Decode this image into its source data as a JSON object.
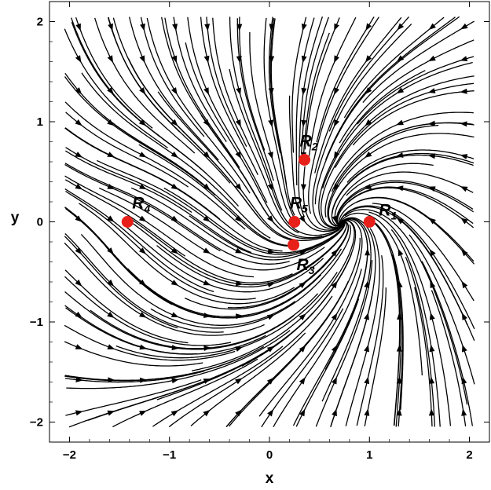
{
  "chart_data": {
    "type": "streamplot",
    "title": "",
    "xlabel": "x",
    "ylabel": "y",
    "xlim": [
      -2.2,
      2.2
    ],
    "ylim": [
      -2.2,
      2.2
    ],
    "x_ticks": [
      "-2",
      "-1",
      "0",
      "1",
      "2"
    ],
    "y_ticks": [
      "-2",
      "-1",
      "0",
      "1",
      "2"
    ],
    "x_tick_values": [
      -2,
      -1,
      0,
      1,
      2
    ],
    "y_tick_values": [
      -2,
      -1,
      0,
      1,
      2
    ],
    "grid": false,
    "points_color": "#e8201a",
    "stream_color": "#000000",
    "equilibrium_points": [
      {
        "name": "R",
        "sub": "1",
        "x": 1.0,
        "y": 0.0
      },
      {
        "name": "R",
        "sub": "2",
        "x": 0.35,
        "y": 0.62
      },
      {
        "name": "R",
        "sub": "3",
        "x": 0.24,
        "y": -0.23
      },
      {
        "name": "R",
        "sub": "4",
        "x": -1.42,
        "y": 0.0
      },
      {
        "name": "R",
        "sub": "5",
        "x": 0.25,
        "y": 0.0
      }
    ]
  }
}
